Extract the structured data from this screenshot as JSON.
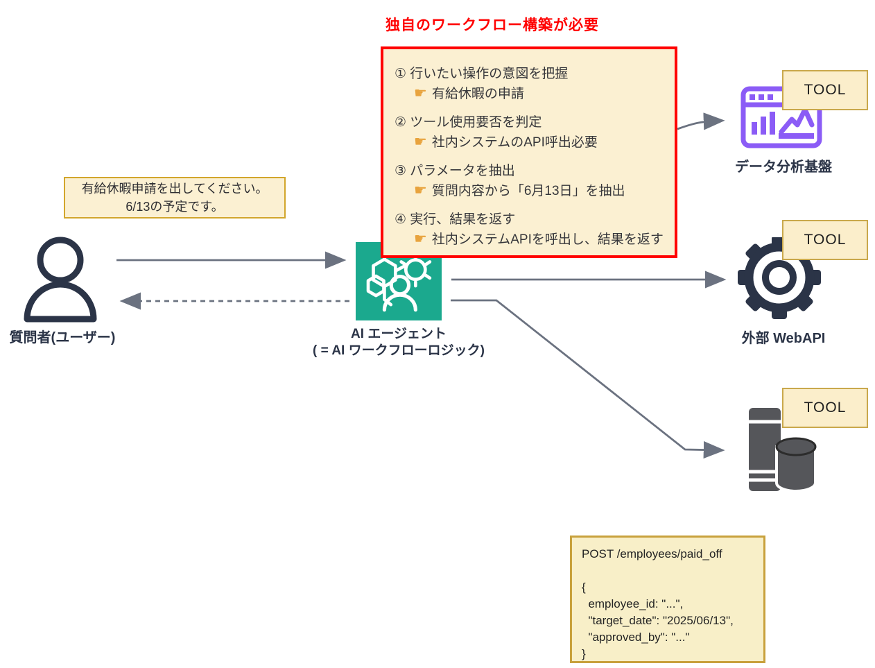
{
  "title": "独自のワークフロー構築が必要",
  "workflow_box": {
    "steps": [
      {
        "num_title": "① 行いたい操作の意図を把握",
        "pointer": "☛",
        "detail": "有給休暇の申請"
      },
      {
        "num_title": "② ツール使用要否を判定",
        "pointer": "☛",
        "detail": "社内システムのAPI呼出必要"
      },
      {
        "num_title": "③ パラメータを抽出",
        "pointer": "☛",
        "detail": "質問内容から「6月13日」を抽出"
      },
      {
        "num_title": "④ 実行、結果を返す",
        "pointer": "☛",
        "detail": "社内システムAPIを呼出し、結果を返す"
      }
    ]
  },
  "user": {
    "message_line1": "有給休暇申請を出してください。",
    "message_line2": "6/13の予定です。",
    "label": "質問者(ユーザー)"
  },
  "agent": {
    "label_line1": "AI エージェント",
    "label_line2": "( = AI ワークフローロジック)"
  },
  "tools": [
    {
      "badge": "TOOL",
      "label": "データ分析基盤",
      "icon": "analytics-chart-icon"
    },
    {
      "badge": "TOOL",
      "label": "外部 WebAPI",
      "icon": "gear-icon"
    },
    {
      "badge": "TOOL",
      "label": "",
      "icon": "database-server-icon"
    }
  ],
  "api_call": {
    "code": "POST /employees/paid_off\n\n{\n  employee_id: \"...\",\n  \"target_date\": \"2025/06/13\",\n  \"approved_by\": \"...\"\n}"
  },
  "colors": {
    "accent_red": "#FF0000",
    "note_fill": "#FBF0D2",
    "note_border_gold": "#D2A62C",
    "agent_teal": "#1BA98E",
    "tool_purple": "#8B5CF6",
    "dark_navy": "#2B3447",
    "arrow_gray": "#6B7280",
    "server_gray": "#55565A",
    "pointer_gold": "#E8A33D"
  }
}
